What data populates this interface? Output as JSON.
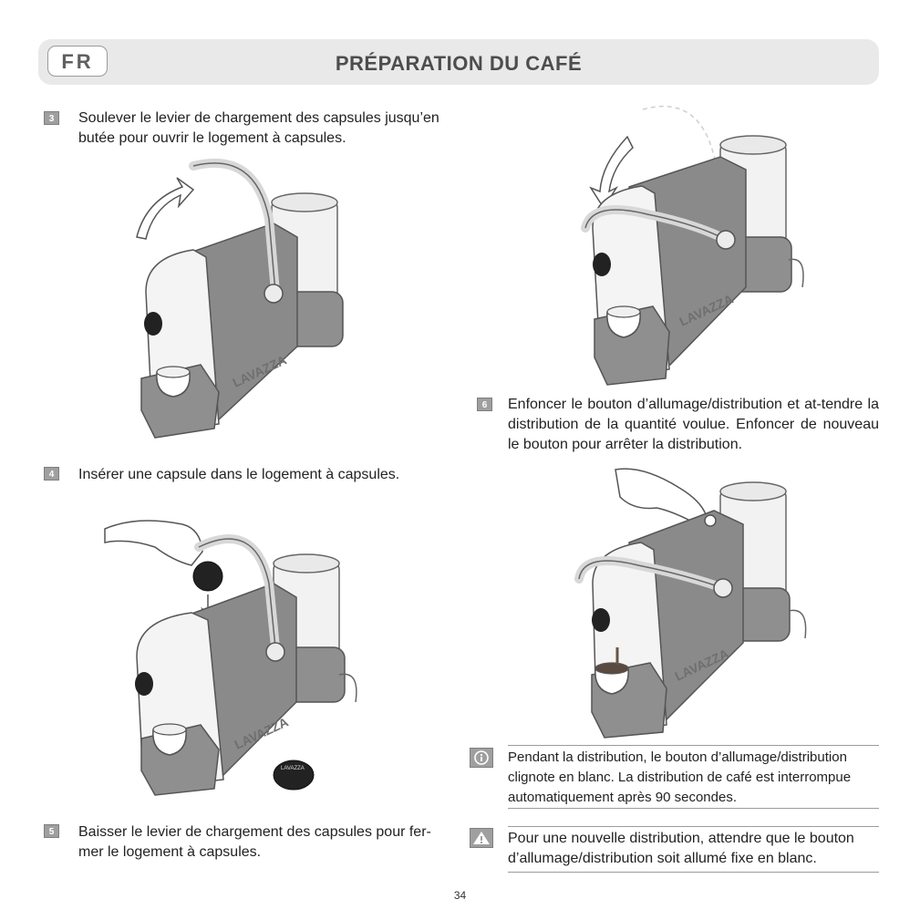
{
  "header": {
    "lang": "FR",
    "title": "PRÉPARATION DU CAFÉ"
  },
  "steps": [
    {
      "num": "3",
      "text": "Soulever le levier de chargement des capsules jusqu’en butée pour ouvrir le logement à capsules."
    },
    {
      "num": "4",
      "text": "Insérer une capsule dans le logement à capsules."
    },
    {
      "num": "5",
      "text": "Baisser le levier de chargement des capsules pour fer-mer le logement à capsules."
    },
    {
      "num": "6",
      "text": "Enfoncer le bouton d’allumage/distribution et at-tendre la distribution de la quantité voulue. Enfoncer de nouveau le bouton pour arrêter la distribution."
    }
  ],
  "notes": {
    "info": "Pendant la distribution, le bouton d’allumage/distribution clignote en blanc. La distribution de café est interrompue automatiquement après 90 secondes.",
    "warning": "Pour une nouvelle distribution, attendre que le bouton d’allumage/distribution soit allumé fixe en blanc."
  },
  "machine": {
    "brand": "LAVAZZA",
    "capsule_label": "LAVAZZA"
  },
  "page_number": "34",
  "colors": {
    "header_bg": "#e9e9e9",
    "badge_gray": "#9f9f9f",
    "machine_dark": "#8a8a8a",
    "machine_light": "#f4f4f4"
  }
}
